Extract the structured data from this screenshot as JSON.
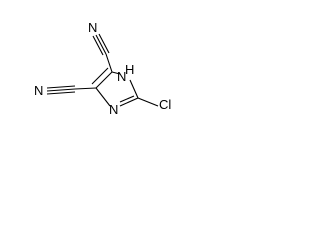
{
  "molecule": {
    "atom_labels": {
      "n_top": "N",
      "n_left": "N",
      "nh": "H",
      "nh_n": "N",
      "ring_n": "N",
      "cl": "Cl"
    }
  },
  "colors": {
    "bond": "#000000",
    "label": "#000000",
    "background": "#ffffff"
  }
}
